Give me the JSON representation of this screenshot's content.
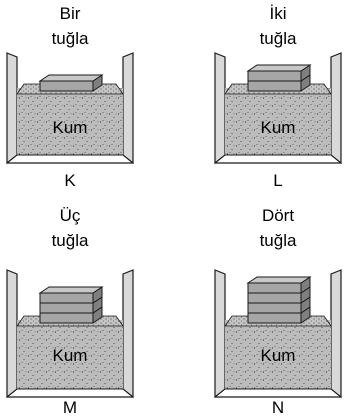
{
  "panels": [
    {
      "id": "K",
      "caption_line1": "Bir",
      "caption_line2": "tuğla",
      "sand_label": "Kum",
      "letter": "K",
      "brick_count": 1
    },
    {
      "id": "L",
      "caption_line1": "İki",
      "caption_line2": "tuğla",
      "sand_label": "Kum",
      "letter": "L",
      "brick_count": 2
    },
    {
      "id": "M",
      "caption_line1": "Üç",
      "caption_line2": "tuğla",
      "sand_label": "Kum",
      "letter": "M",
      "brick_count": 3
    },
    {
      "id": "N",
      "caption_line1": "Dört",
      "caption_line2": "tuğla",
      "sand_label": "Kum",
      "letter": "N",
      "brick_count": 4
    }
  ],
  "colors": {
    "sand": "#bcbcbc",
    "sand_dots": "#3a3a3a",
    "container_wall": "#d9d9d9",
    "outline": "#1a1a1a",
    "brick_front": "#a6a6a6",
    "brick_top": "#c8c8c8",
    "brick_side": "#7f7f7f"
  }
}
